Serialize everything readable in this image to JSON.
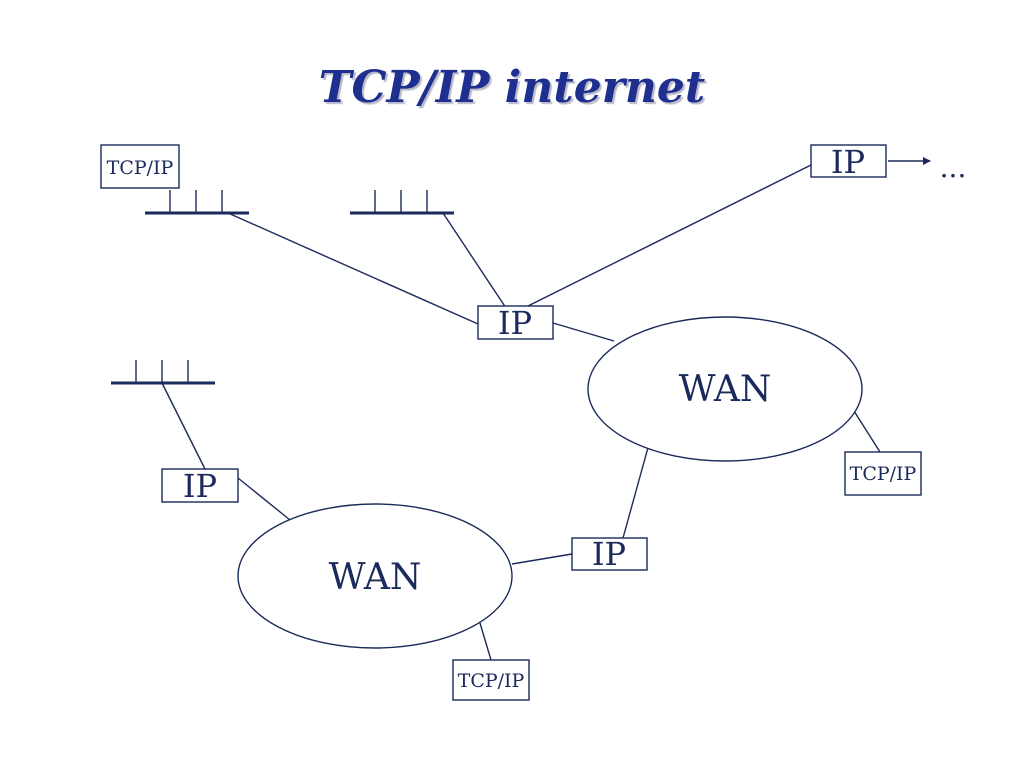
{
  "slide": {
    "title": "TCP/IP internet"
  },
  "diagram": {
    "ink_color": "#1a2a5a",
    "title_color": "#1f2f8f",
    "labels": {
      "host_tl": "TCP/IP",
      "router_top_right": "IP",
      "ellipsis": "...",
      "router_center": "IP",
      "wan_right": "WAN",
      "host_right": "TCP/IP",
      "router_left": "IP",
      "router_bottom": "IP",
      "wan_left": "WAN",
      "host_bottom": "TCP/IP"
    }
  }
}
